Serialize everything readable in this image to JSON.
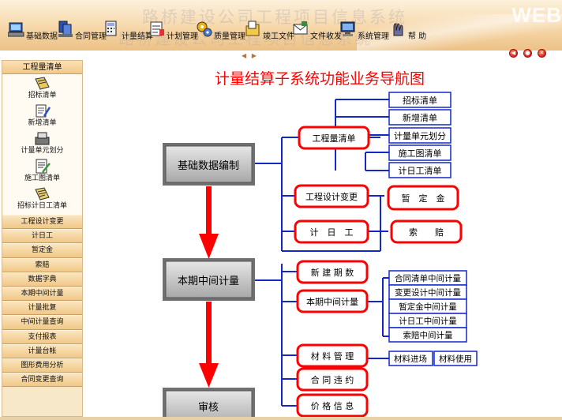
{
  "toolbar": {
    "watermark": "路桥建设公司工程项目信息系统",
    "brand": "WEB",
    "buttons": [
      {
        "label": "基础数据",
        "icon": "computer-icon"
      },
      {
        "label": "合同管理",
        "icon": "documents-icon"
      },
      {
        "label": "计量结算",
        "icon": "calculator-icon"
      },
      {
        "label": "计划管理",
        "icon": "plan-icon"
      },
      {
        "label": "质量管理",
        "icon": "gears-icon"
      },
      {
        "label": "竣工文件",
        "icon": "folder-icon"
      },
      {
        "label": "文件收发",
        "icon": "mail-icon"
      },
      {
        "label": "系统管理",
        "icon": "monitor-icon"
      },
      {
        "label": "帮 助",
        "icon": "help-icon"
      }
    ]
  },
  "sidebar": {
    "header": "工程量清单",
    "icon_items": [
      {
        "label": "招标清单",
        "icon": "bid-list-icon"
      },
      {
        "label": "新增清单",
        "icon": "new-list-icon"
      },
      {
        "label": "计量单元划分",
        "icon": "unit-division-icon"
      },
      {
        "label": "施工图清单",
        "icon": "drawing-list-icon"
      },
      {
        "label": "招标计日工清单",
        "icon": "dayworks-list-icon"
      }
    ],
    "items": [
      "工程设计变更",
      "计日工",
      "暂定金",
      "索赔",
      "数据字典",
      "本期中间计量",
      "计量批复",
      "中间计量查询",
      "支付报表",
      "计量台帐",
      "图形费用分析",
      "合同变更查询"
    ]
  },
  "diagram": {
    "title": "计量结算子系统功能业务导航图",
    "stages": [
      "基础数据编制",
      "本期中间计量",
      "审核"
    ],
    "red_boxes": [
      "工程量清单",
      "工程设计变更",
      "计　日　工",
      "暂　定　金",
      "索　　赔",
      "新 建 期 数",
      "本期中间计量",
      "材 料 管 理",
      "合 同 违 约",
      "价 格 信 息"
    ],
    "list_group_1": [
      "招标清单",
      "新增清单",
      "计量单元划分",
      "施工图清单",
      "计日工清单"
    ],
    "list_group_2": [
      "合同清单中间计量",
      "变更设计中间计量",
      "暂定金中间计量",
      "计日工中间计量",
      "索赔中间计量"
    ],
    "list_group_3": [
      "材料进场",
      "材料使用"
    ]
  },
  "colors": {
    "accent_red": "#ff0000",
    "line_blue": "#1428c8",
    "stage_box": "#c8c8c8",
    "toolbar_bg": "#f6d7a9",
    "sidebar_bg": "#f7e8c9"
  }
}
